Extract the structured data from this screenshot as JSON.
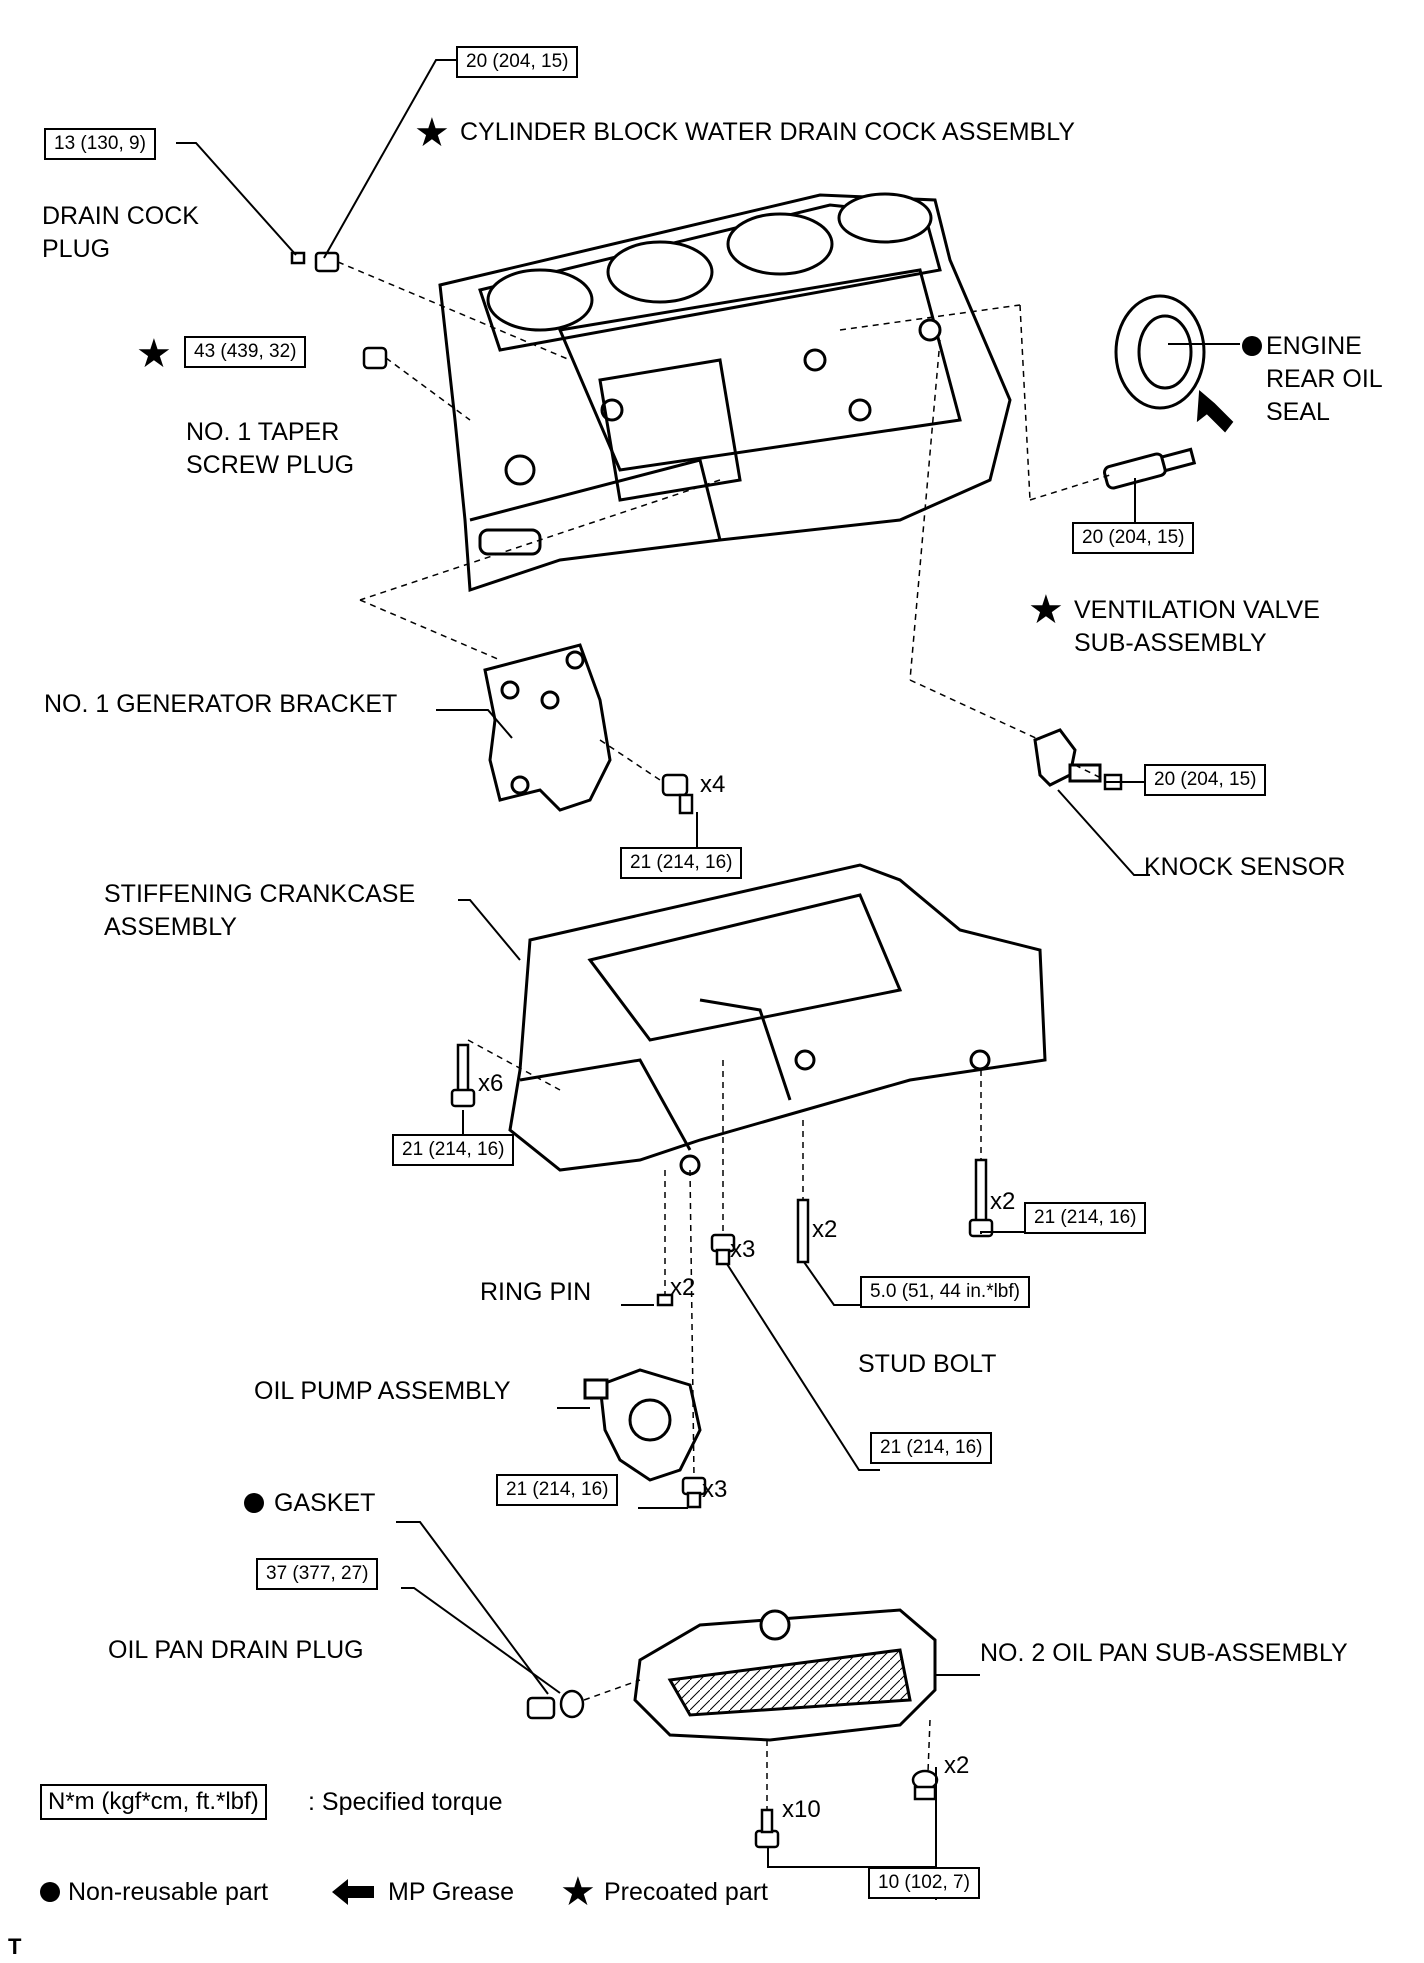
{
  "labels": {
    "water_drain_cock": "CYLINDER BLOCK WATER DRAIN COCK ASSEMBLY",
    "drain_cock_plug": "DRAIN COCK\nPLUG",
    "taper_screw_plug": "NO. 1 TAPER\nSCREW PLUG",
    "rear_oil_seal": "ENGINE\nREAR OIL\nSEAL",
    "ventilation_valve": "VENTILATION VALVE\nSUB-ASSEMBLY",
    "generator_bracket": "NO. 1 GENERATOR BRACKET",
    "knock_sensor": "KNOCK SENSOR",
    "crankcase": "STIFFENING CRANKCASE\nASSEMBLY",
    "ring_pin": "RING PIN",
    "stud_bolt": "STUD BOLT",
    "oil_pump": "OIL PUMP ASSEMBLY",
    "gasket": "GASKET",
    "oil_pan_drain_plug": "OIL PAN DRAIN PLUG",
    "oil_pan": "NO. 2 OIL PAN SUB-ASSEMBLY"
  },
  "torques": {
    "water_drain_cock": "20 (204, 15)",
    "drain_cock_plug": "13 (130, 9)",
    "taper_screw_plug": "43 (439, 32)",
    "ventilation_valve": "20 (204, 15)",
    "generator_bracket": "21 (214, 16)",
    "knock_sensor": "20 (204, 15)",
    "crankcase_left": "21 (214, 16)",
    "crankcase_right": "21 (214, 16)",
    "stud_bolt": "5.0 (51, 44 in.*lbf)",
    "crankcase_bottom": "21 (214, 16)",
    "oil_pump": "21 (214, 16)",
    "oil_pan_drain_plug": "37 (377, 27)",
    "oil_pan": "10 (102, 7)"
  },
  "quantities": {
    "generator_bolts": "x4",
    "crankcase_left_bolts": "x6",
    "crankcase_right_bolts": "x2",
    "crankcase_bottom_bolts": "x3",
    "stud_bolts": "x2",
    "ring_pins": "x2",
    "oil_pump_bolts": "x3",
    "oil_pan_bolts": "x10",
    "oil_pan_nuts": "x2"
  },
  "legend": {
    "torque_unit": "N*m (kgf*cm, ft.*lbf)",
    "torque_text": ": Specified torque",
    "non_reusable": "Non-reusable part",
    "mp_grease": "MP Grease",
    "precoated": "Precoated part"
  },
  "corner_mark": "T",
  "glyphs": {
    "star": "★"
  },
  "icons": [
    "star-icon",
    "dot-icon",
    "arrow-icon"
  ]
}
